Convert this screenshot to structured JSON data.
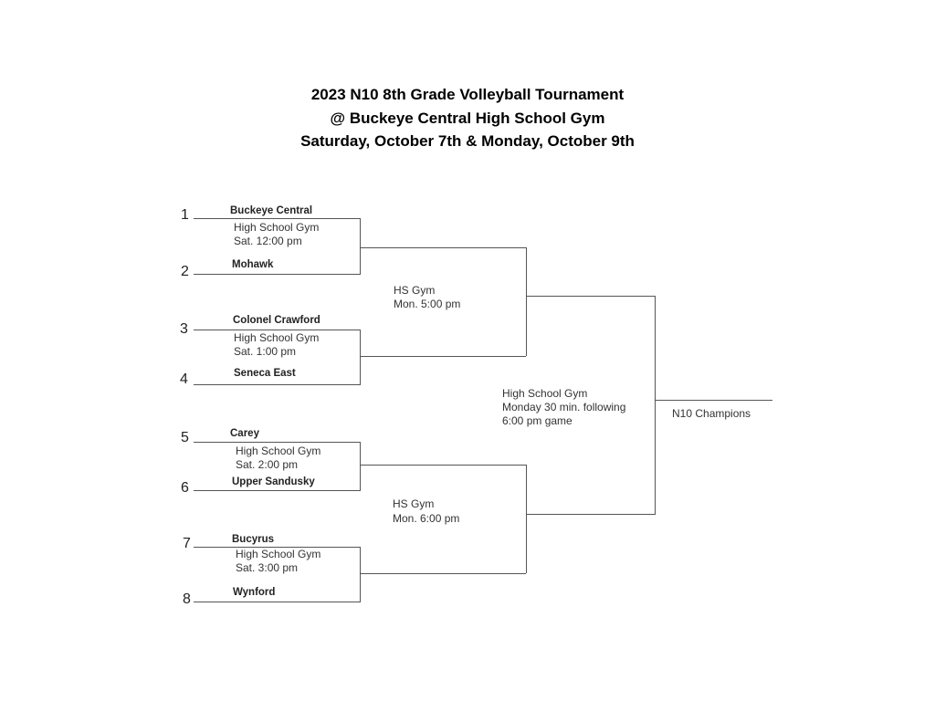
{
  "header": {
    "line1": "2023 N10 8th Grade Volleyball Tournament",
    "line2": "@ Buckeye Central High School Gym",
    "line3": "Saturday, October 7th & Monday, October 9th"
  },
  "round1": [
    {
      "seed_top": "1",
      "team_top": "Buckeye Central",
      "seed_bottom": "2",
      "team_bottom": "Mohawk",
      "venue": "High School Gym",
      "time": "Sat. 12:00 pm"
    },
    {
      "seed_top": "3",
      "team_top": "Colonel Crawford",
      "seed_bottom": "4",
      "team_bottom": "Seneca East",
      "venue": "High School Gym",
      "time": "Sat. 1:00 pm"
    },
    {
      "seed_top": "5",
      "team_top": "Carey",
      "seed_bottom": "6",
      "team_bottom": "Upper Sandusky",
      "venue": "High School Gym",
      "time": "Sat. 2:00 pm"
    },
    {
      "seed_top": "7",
      "team_top": "Bucyrus",
      "seed_bottom": "8",
      "team_bottom": "Wynford",
      "venue": "High School Gym",
      "time": "Sat. 3:00 pm"
    }
  ],
  "round2": [
    {
      "venue": "HS Gym",
      "time": "Mon. 5:00 pm"
    },
    {
      "venue": "HS Gym",
      "time": "Mon. 6:00 pm"
    }
  ],
  "final": {
    "venue": "High School Gym",
    "time_line1": "Monday 30 min. following",
    "time_line2": "6:00 pm game",
    "champion_label": "N10 Champions"
  }
}
